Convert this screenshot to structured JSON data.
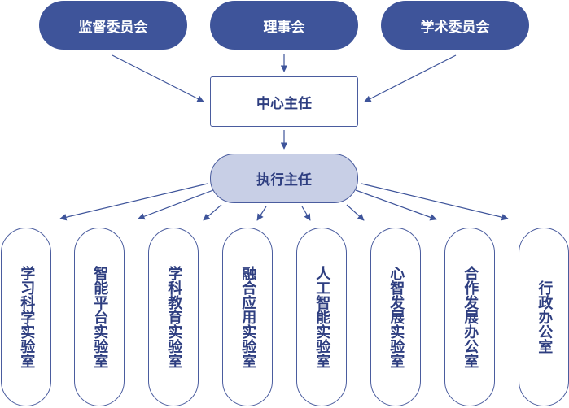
{
  "top_nodes": {
    "supervisory": "监督委员会",
    "board": "理事会",
    "academic": "学术委员会"
  },
  "center_director": "中心主任",
  "executive_director": "执行主任",
  "labs": [
    "学习科学实验室",
    "智能平台实验室",
    "学科教育实验室",
    "融合应用实验室",
    "人工智能实验室",
    "心智发展实验室",
    "合作发展办公室",
    "行政办公室"
  ],
  "colors": {
    "primary": "#3e549a",
    "highlight_fill": "#c8cfe6",
    "border": "#4a5c9e",
    "text_dark": "#2e3e80",
    "arrow": "#3e549a"
  }
}
